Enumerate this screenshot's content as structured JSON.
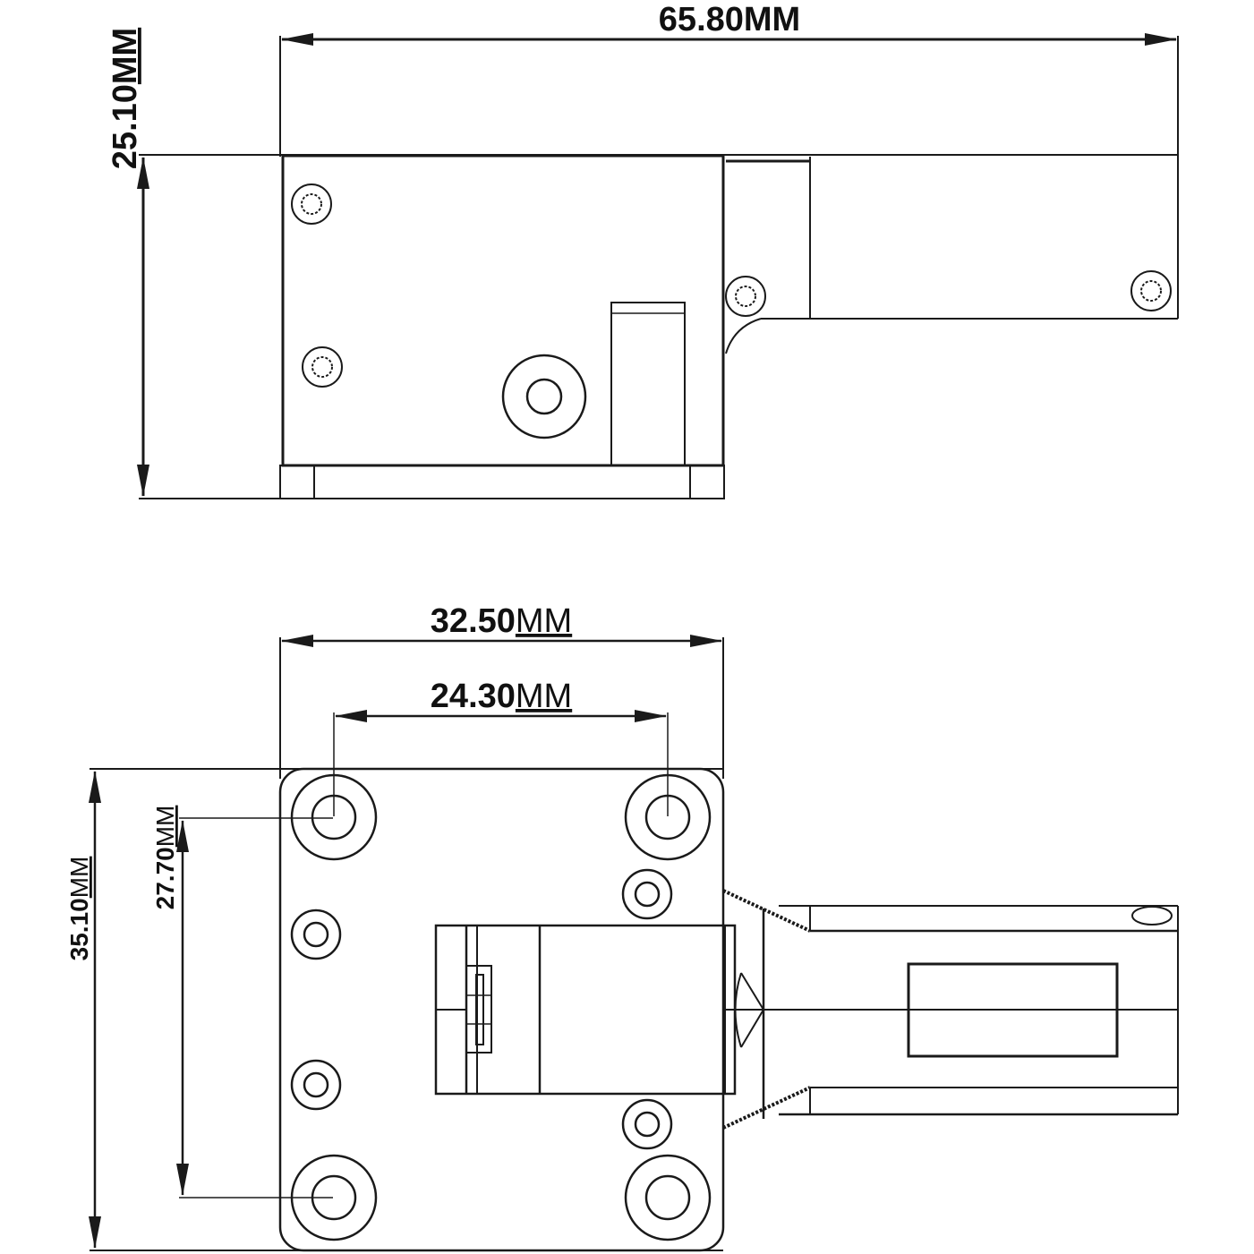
{
  "diagram": {
    "type": "mechanical-dimension-drawing",
    "views": [
      {
        "name": "side-view",
        "dimensions": {
          "overall_length": {
            "value": "65.80",
            "unit": "MM"
          },
          "height": {
            "value": "25.10",
            "unit": "MM"
          }
        }
      },
      {
        "name": "top-view",
        "dimensions": {
          "plate_width": {
            "value": "32.50",
            "unit": "MM"
          },
          "hole_spacing_horizontal": {
            "value": "24.30",
            "unit": "MM"
          },
          "plate_height": {
            "value": "35.10",
            "unit": "MM"
          },
          "hole_spacing_vertical": {
            "value": "27.70",
            "unit": "MM"
          }
        }
      }
    ],
    "colors": {
      "line": "#1a1a1a",
      "background": "#ffffff"
    }
  }
}
